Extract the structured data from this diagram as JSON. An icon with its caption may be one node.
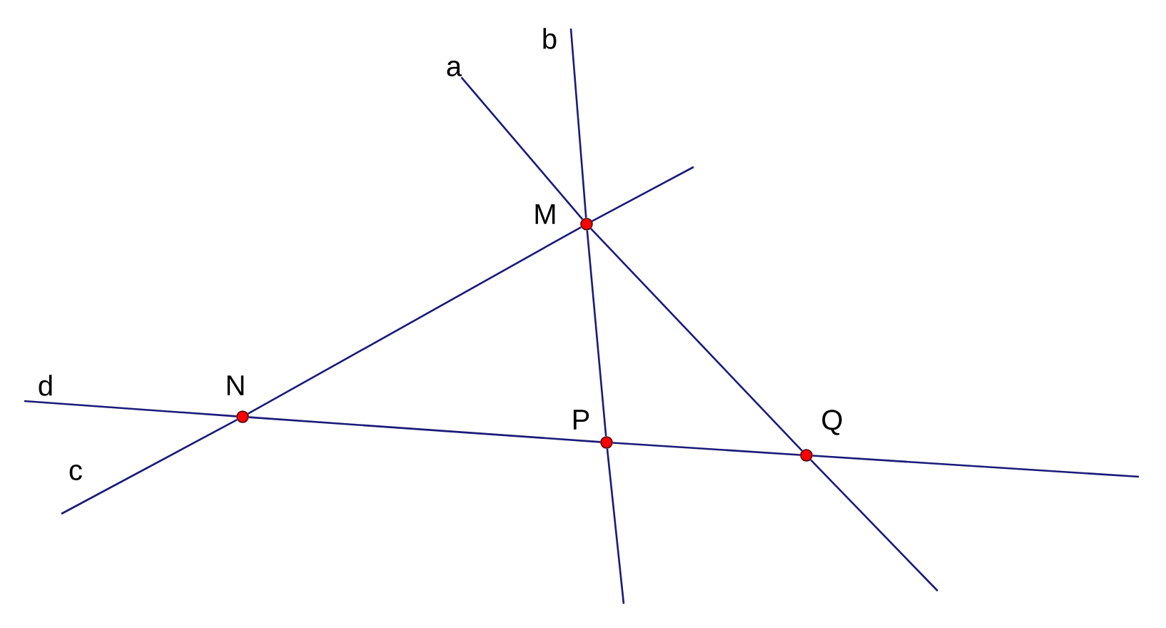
{
  "diagram": {
    "nodes": [
      {
        "text": [],
        "shape": "circle",
        "beside": [
          "M"
        ]
      },
      {
        "text": [],
        "shape": "circle",
        "beside": [
          "N"
        ]
      },
      {
        "text": [],
        "shape": "circle",
        "beside": [
          "P"
        ]
      },
      {
        "text": [],
        "shape": "circle",
        "beside": [
          "Q"
        ]
      },
      {
        "text": [
          "a"
        ]
      }
    ],
    "edges": [
      {
        "from": 4,
        "to": 0,
        "arrow": "none"
      },
      {
        "from": 0,
        "to": 3,
        "arrow": "none"
      },
      {
        "from": 3,
        "to": null,
        "arrow": "none"
      },
      {
        "from": null,
        "to": 0,
        "arrow": "none"
      },
      {
        "from": 0,
        "to": 2,
        "arrow": "none"
      },
      {
        "from": 2,
        "to": null,
        "arrow": "none"
      },
      {
        "from": null,
        "to": 1,
        "arrow": "none"
      },
      {
        "from": 1,
        "to": 0,
        "arrow": "none"
      },
      {
        "from": 0,
        "to": null,
        "arrow": "none"
      },
      {
        "from": null,
        "to": 1,
        "arrow": "none"
      },
      {
        "from": 1,
        "to": 2,
        "arrow": "none"
      },
      {
        "from": 2,
        "to": 3,
        "arrow": "none"
      },
      {
        "from": 3,
        "to": null,
        "arrow": "none"
      }
    ],
    "labels": [
      "b",
      "d",
      "c"
    ]
  }
}
